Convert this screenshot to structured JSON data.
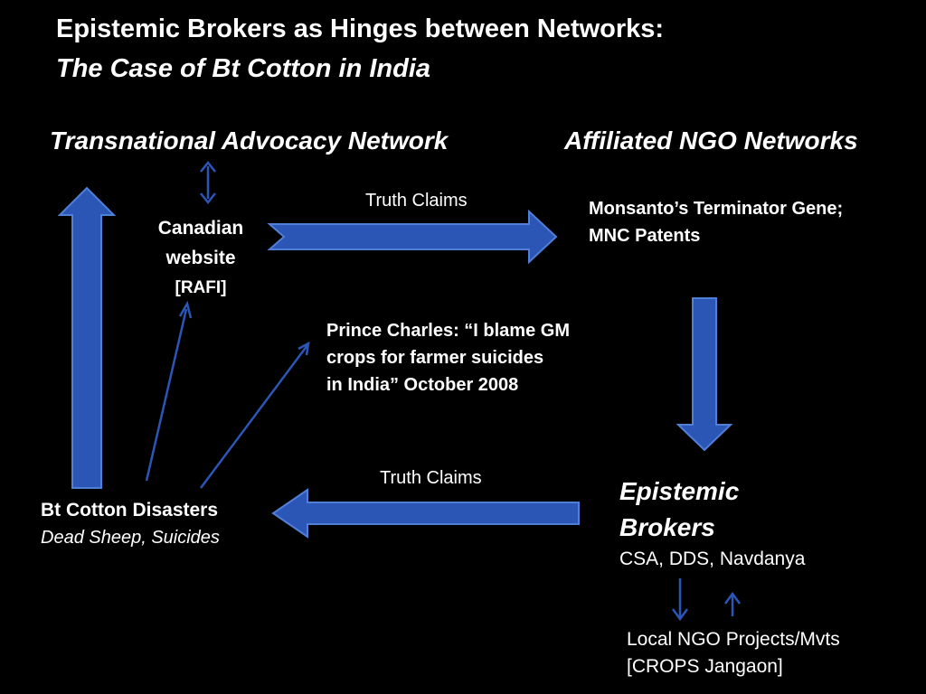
{
  "title": {
    "line1": "Epistemic Brokers as Hinges between Networks:",
    "line2": "The Case of Bt Cotton in India"
  },
  "networks": {
    "left": "Transnational Advocacy Network",
    "right": "Affiliated NGO Networks"
  },
  "nodes": {
    "canadian": {
      "line1": "Canadian",
      "line2": "website",
      "line3": "[RAFI]"
    },
    "monsanto": {
      "line1": "Monsanto’s Terminator Gene;",
      "line2": "MNC Patents"
    },
    "prince": {
      "line1": "Prince Charles: “I blame GM",
      "line2": "crops for farmer suicides",
      "line3": "in India” October 2008"
    },
    "bt": {
      "line1": "Bt Cotton Disasters",
      "line2": "Dead Sheep, Suicides"
    },
    "brokers": {
      "line1": "Epistemic",
      "line2": "Brokers",
      "line3": "CSA, DDS, Navdanya"
    },
    "local": {
      "line1": "Local NGO Projects/Mvts",
      "line2": "[CROPS Jangaon]"
    }
  },
  "arrow_labels": {
    "top": "Truth Claims",
    "bottom": "Truth Claims"
  },
  "colors": {
    "background": "#000000",
    "text": "#ffffff",
    "arrow_fill": "#2b56b5",
    "arrow_stroke": "#4f7fd6"
  }
}
